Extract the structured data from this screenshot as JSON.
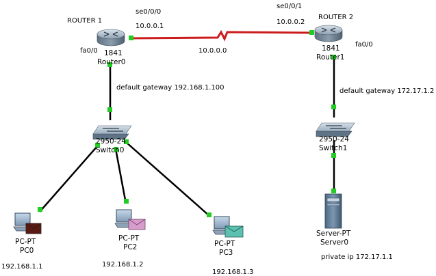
{
  "routers": [
    {
      "id": "r1",
      "title": "ROUTER 1",
      "model": "1841",
      "name": "Router0",
      "lan_port": "fa0/0",
      "wan_port": "se0/0/0",
      "wan_ip": "10.0.0.1"
    },
    {
      "id": "r2",
      "title": "ROUTER 2",
      "model": "1841",
      "name": "Router1",
      "lan_port": "fa0/0",
      "wan_port": "se0/0/1",
      "wan_ip": "10.0.0.2"
    }
  ],
  "serial_network": "10.0.0.0",
  "switches": [
    {
      "id": "s0",
      "model": "2950-24",
      "name": "Switch0",
      "gateway_note": "default gateway 192.168.1.100"
    },
    {
      "id": "s1",
      "model": "2950-24",
      "name": "Switch1",
      "gateway_note": "default gateway 172.17.1.2"
    }
  ],
  "pcs": [
    {
      "id": "pc0",
      "type": "PC-PT",
      "name": "PC0",
      "ip": "192.168.1.1",
      "envelope": "#5a1a14"
    },
    {
      "id": "pc2",
      "type": "PC-PT",
      "name": "PC2",
      "ip": "192.168.1.2",
      "envelope": "#d89ccc"
    },
    {
      "id": "pc3",
      "type": "PC-PT",
      "name": "PC3",
      "ip": "192.168.1.3",
      "envelope": "#5cc1b1"
    }
  ],
  "server": {
    "type": "Server-PT",
    "name": "Server0",
    "note": "private ip 172.17.1.1"
  },
  "colors": {
    "ethernet": "#000000",
    "serial": "#cc1b1b",
    "link_up": "#22cc22"
  }
}
